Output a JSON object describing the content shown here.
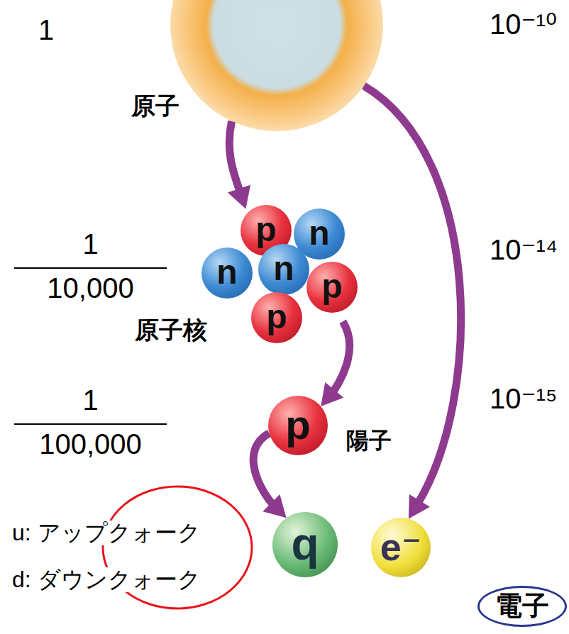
{
  "diagram": {
    "nodes": [
      {
        "text": [
          "原子"
        ]
      },
      {
        "text": [
          "原子核"
        ]
      },
      {
        "text": [
          "p"
        ],
        "in": 1
      },
      {
        "text": [
          "n"
        ],
        "in": 1
      },
      {
        "text": [
          "n"
        ],
        "in": 1
      },
      {
        "text": [
          "n"
        ],
        "in": 1
      },
      {
        "text": [
          "p"
        ],
        "in": 1
      },
      {
        "text": [
          "p"
        ],
        "in": 1
      },
      {
        "text": [
          "p",
          "陽子"
        ]
      },
      {
        "text": [
          "q"
        ]
      },
      {
        "text": [
          "e⁻"
        ]
      },
      {
        "text": [
          "電子"
        ]
      }
    ],
    "edges": [
      {
        "from": 0,
        "to": 1,
        "arrow": "to"
      },
      {
        "from": 1,
        "to": 8,
        "arrow": "to"
      },
      {
        "from": 8,
        "to": 9,
        "arrow": "to"
      },
      {
        "from": 0,
        "to": 10,
        "arrow": "to"
      }
    ],
    "labels": [
      "1",
      "10⁻¹⁰",
      "1",
      "10,000",
      "10⁻¹⁴",
      "1",
      "100,000",
      "10⁻¹⁵",
      "u: アップクォーク",
      "d: ダウンクォーク"
    ]
  }
}
